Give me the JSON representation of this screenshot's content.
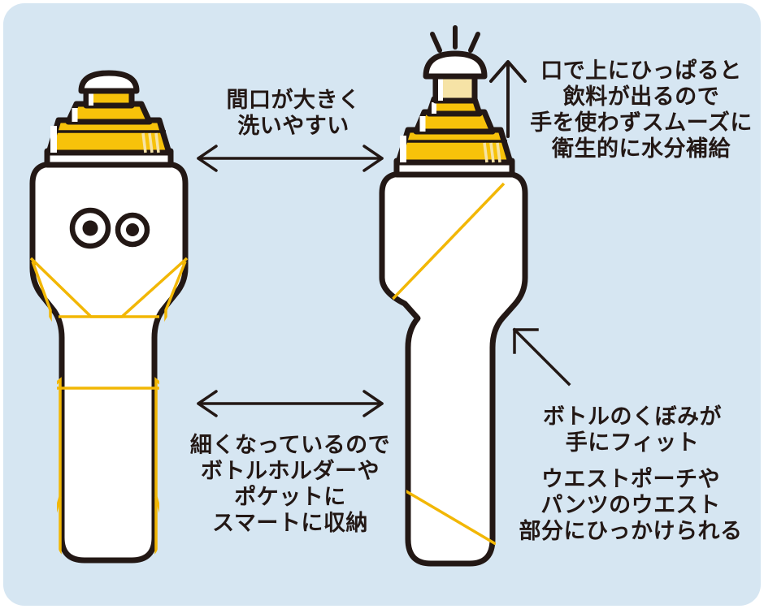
{
  "figure": {
    "kind": "product-illustration",
    "subject": "sports-water-bottle",
    "background_color": "#d6e6f2",
    "ink_color": "#231815",
    "accent_yellow": "#f7c20a",
    "accent_pale_yellow": "#f6e3a6",
    "bottle_body_color": "#ffffff",
    "seam_line_color": "#f2b705"
  },
  "annotations": {
    "mouth": {
      "id": "wide-mouth",
      "text": "間口が大きく\n洗いやすい",
      "line1": "間口が大きく",
      "line2": "洗いやすい",
      "marker": "double-headed-horizontal-arrow"
    },
    "pull": {
      "id": "pull-spout",
      "text": "口で上にひっぱると\n飲料が出るので\n手を使わずスムーズに\n衛生的に水分補給",
      "line1": "口で上にひっぱると",
      "line2": "飲料が出るので",
      "line3": "手を使わずスムーズに",
      "line4": "衛生的に水分補給",
      "marker": "up-arrow"
    },
    "slim": {
      "id": "slim-body",
      "text": "細くなっているので\nボトルホルダーや\nポケットに\nスマートに収納",
      "line1": "細くなっているので",
      "line2": "ボトルホルダーや",
      "line3": "ポケットに",
      "line4": "スマートに収納",
      "marker": "double-headed-horizontal-arrow"
    },
    "grip": {
      "id": "grip-indent",
      "text": "ボトルのくぼみが\n手にフィット",
      "line1": "ボトルのくぼみが",
      "line2": "手にフィット",
      "marker": "diagonal-pointer-arrow"
    },
    "waist": {
      "id": "waist-hook",
      "text": "ウエストポーチや\nパンツのウエスト\n部分にひっかけられる",
      "line1": "ウエストポーチや",
      "line2": "パンツのウエスト",
      "line3": "部分にひっかけられる"
    }
  },
  "bottles": [
    {
      "id": "front-view-bottle",
      "view": "front",
      "cap_state": "closed",
      "features": [
        "tiered-yellow-cap",
        "two-round-vents",
        "diagonal-seam-lines",
        "tapered-narrow-body"
      ]
    },
    {
      "id": "side-view-bottle",
      "view": "side",
      "cap_state": "spout-pulled-up",
      "features": [
        "extended-pale-spout",
        "sparkle-lines",
        "tiered-yellow-cap",
        "waist-indent",
        "diagonal-seam-line"
      ]
    }
  ]
}
